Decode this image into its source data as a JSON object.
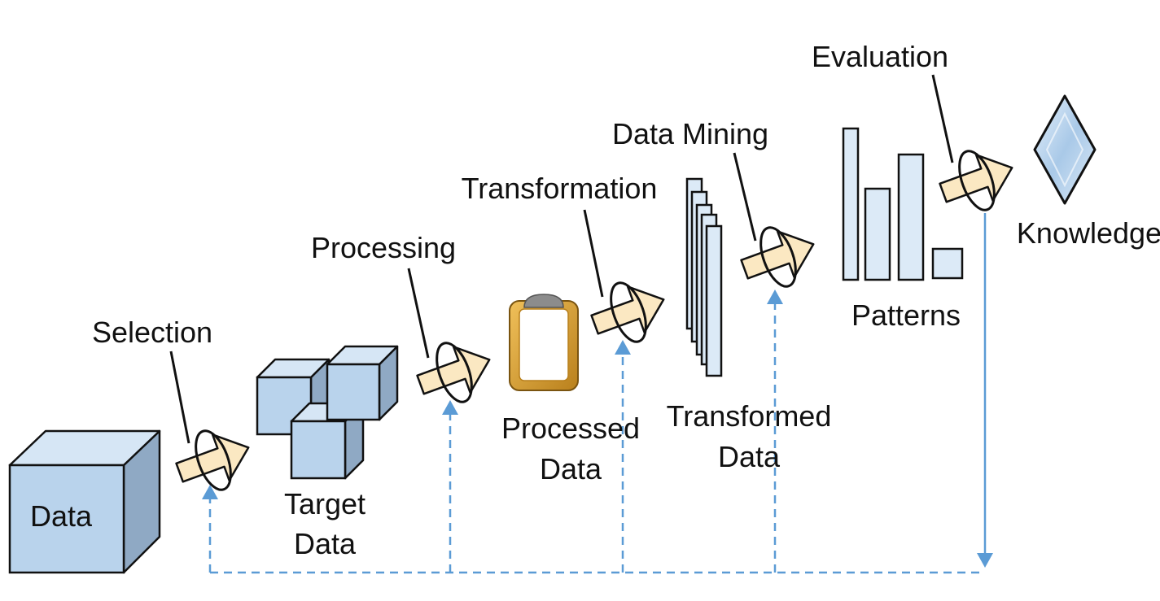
{
  "steps": {
    "selection": "Selection",
    "processing": "Processing",
    "transformation": "Transformation",
    "data_mining": "Data Mining",
    "evaluation": "Evaluation"
  },
  "stages": {
    "data": "Data",
    "target_data": [
      "Target",
      "Data"
    ],
    "processed_data": [
      "Processed",
      "Data"
    ],
    "transformed_data": [
      "Transformed",
      "Data"
    ],
    "patterns": "Patterns",
    "knowledge": "Knowledge"
  },
  "colors": {
    "box_fill": "#b9d3ec",
    "box_side": "#8fa9c4",
    "box_top": "#d6e6f5",
    "arrow_fill": "#fbe8c2",
    "feedback_line": "#5b9bd5",
    "clipboard_frame": "#d39a2b",
    "clipboard_clip": "#8c8c8c"
  }
}
